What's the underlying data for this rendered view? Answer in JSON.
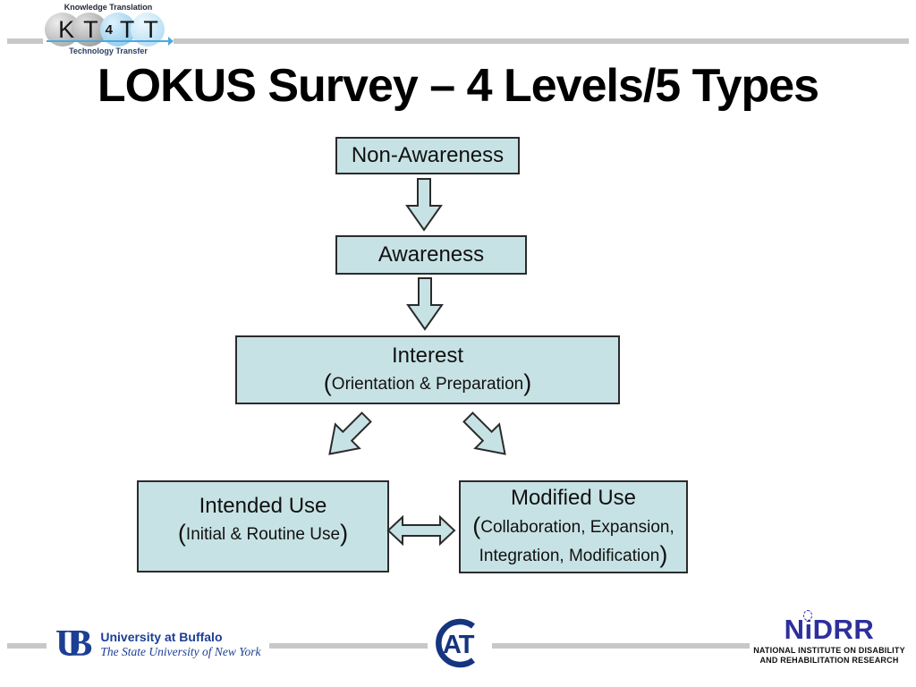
{
  "title": "LOKUS Survey – 4 Levels/5 Types",
  "kt4tt": {
    "top": "Knowledge Translation",
    "letters": [
      "K",
      "T",
      "4",
      "T",
      "T"
    ],
    "bottom": "Technology Transfer"
  },
  "punct": {
    "open": "(",
    "close": ")"
  },
  "flowchart": {
    "non_awareness": {
      "label": "Non-Awareness"
    },
    "awareness": {
      "label": "Awareness"
    },
    "interest": {
      "label": "Interest",
      "sub": "Orientation & Preparation"
    },
    "intended_use": {
      "label": "Intended Use",
      "sub": "Initial & Routine Use"
    },
    "modified_use": {
      "label": "Modified Use",
      "sub_line1": "Collaboration, Expansion,",
      "sub_line2": "Integration, Modification"
    }
  },
  "colors": {
    "box_fill": "#c7e2e5",
    "box_border": "#2b2b2b",
    "rule_gray": "#c8c8c8",
    "ub_blue": "#1c3f94",
    "cat_blue": "#16357f",
    "nidrr_blue": "#2d2f9b"
  },
  "footer": {
    "ub": {
      "mark_u": "U",
      "mark_b": "B",
      "line1": "University at Buffalo",
      "line2": "The State University of New York"
    },
    "cat": {
      "mark": "AT"
    },
    "nidrr": {
      "mark": "NiDRR",
      "line1": "NATIONAL INSTITUTE ON DISABILITY",
      "line2": "AND REHABILITATION RESEARCH"
    }
  }
}
